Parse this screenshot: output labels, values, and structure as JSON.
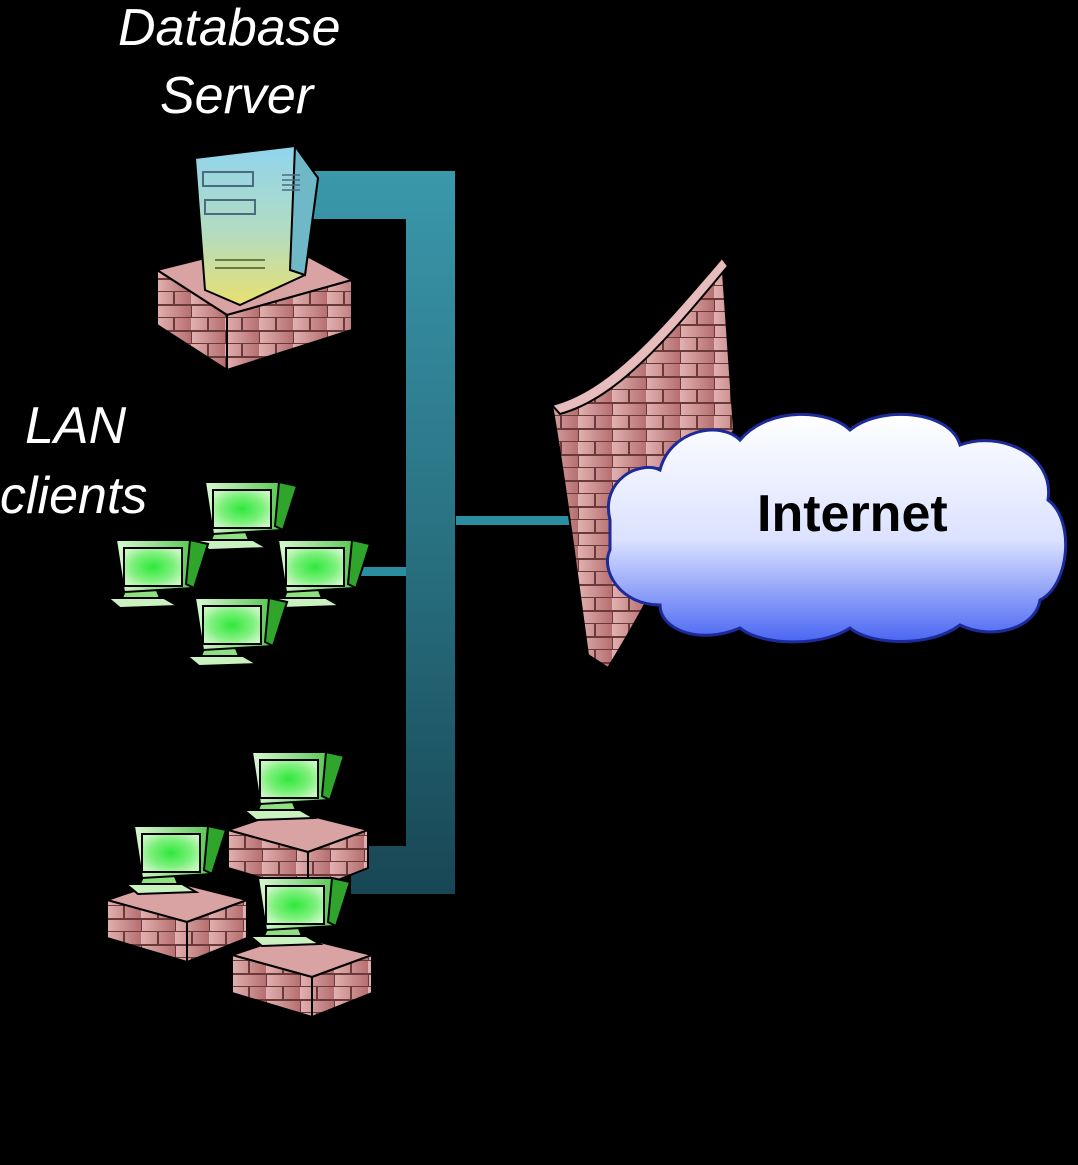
{
  "labels": {
    "database_server_line1": "Database",
    "database_server_line2": "Server",
    "lan_clients_line1": "LAN",
    "lan_clients_line2": "clients",
    "internet": "Internet"
  },
  "colors": {
    "background": "#000000",
    "network_line": "#2a8ea0",
    "brick": "#c98a8a",
    "monitor_green": "#39e84a",
    "cloud_blue": "#4f6df0",
    "text": "#ffffff"
  },
  "icons": [
    "server-icon",
    "brick-platform-icon",
    "monitor-icon",
    "firewall-icon",
    "cloud-icon"
  ]
}
